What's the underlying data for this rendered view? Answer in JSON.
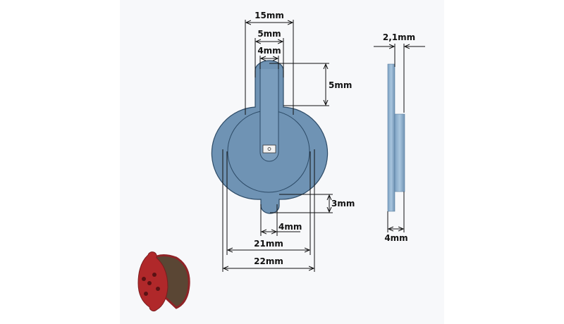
{
  "colors": {
    "plate": "#6f93b4",
    "plate_light": "#8eb0cc",
    "outline": "#2c4a66",
    "pad_red": "#b0282a",
    "pad_brown": "#5a4634"
  },
  "front_view": {
    "dims": {
      "top_width": "15mm",
      "tab_width": "5mm",
      "slot_width": "4mm",
      "tab_height": "5mm",
      "bottom_tab_height": "3mm",
      "bottom_tab_width": "4mm",
      "pad_width": "21mm",
      "plate_width": "22mm"
    }
  },
  "side_view": {
    "dims": {
      "pad_thickness": "2,1mm",
      "total_thickness": "4mm"
    }
  }
}
